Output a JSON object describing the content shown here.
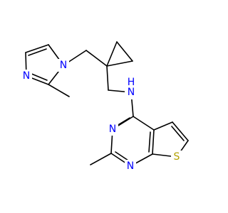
{
  "colors": {
    "background": "#ffffff",
    "bond": "#000000",
    "nitrogen": "#0000ff",
    "sulfur": "#b2a000"
  },
  "atoms": {
    "n_imidazole_1": "N",
    "n_imidazole_3": "N",
    "n_amine": "N",
    "h_amine": "H",
    "n_pyrimidine_3": "N",
    "n_pyrimidine_1": "N",
    "s_thiophene": "S"
  }
}
